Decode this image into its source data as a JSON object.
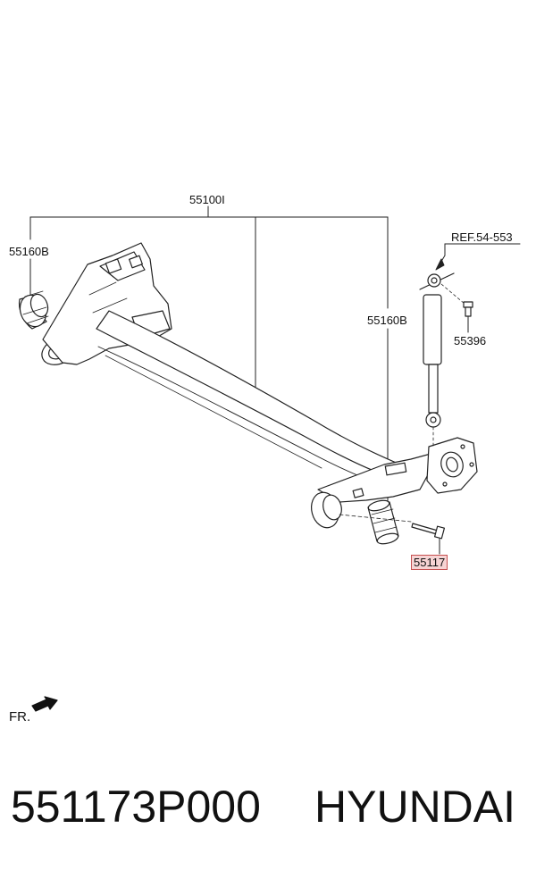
{
  "labels": {
    "assembly": "55100I",
    "bushing_left": "55160B",
    "bushing_right": "55160B",
    "shock_ref": "REF.54-553",
    "bolt_top": "55396",
    "bolt_bottom": "55117"
  },
  "front_indicator": "FR.",
  "footer": {
    "part_number": "551173P000",
    "brand": "HYUNDAI"
  },
  "colors": {
    "highlight_fill": "#f6d4d4",
    "highlight_border": "#c65050"
  }
}
